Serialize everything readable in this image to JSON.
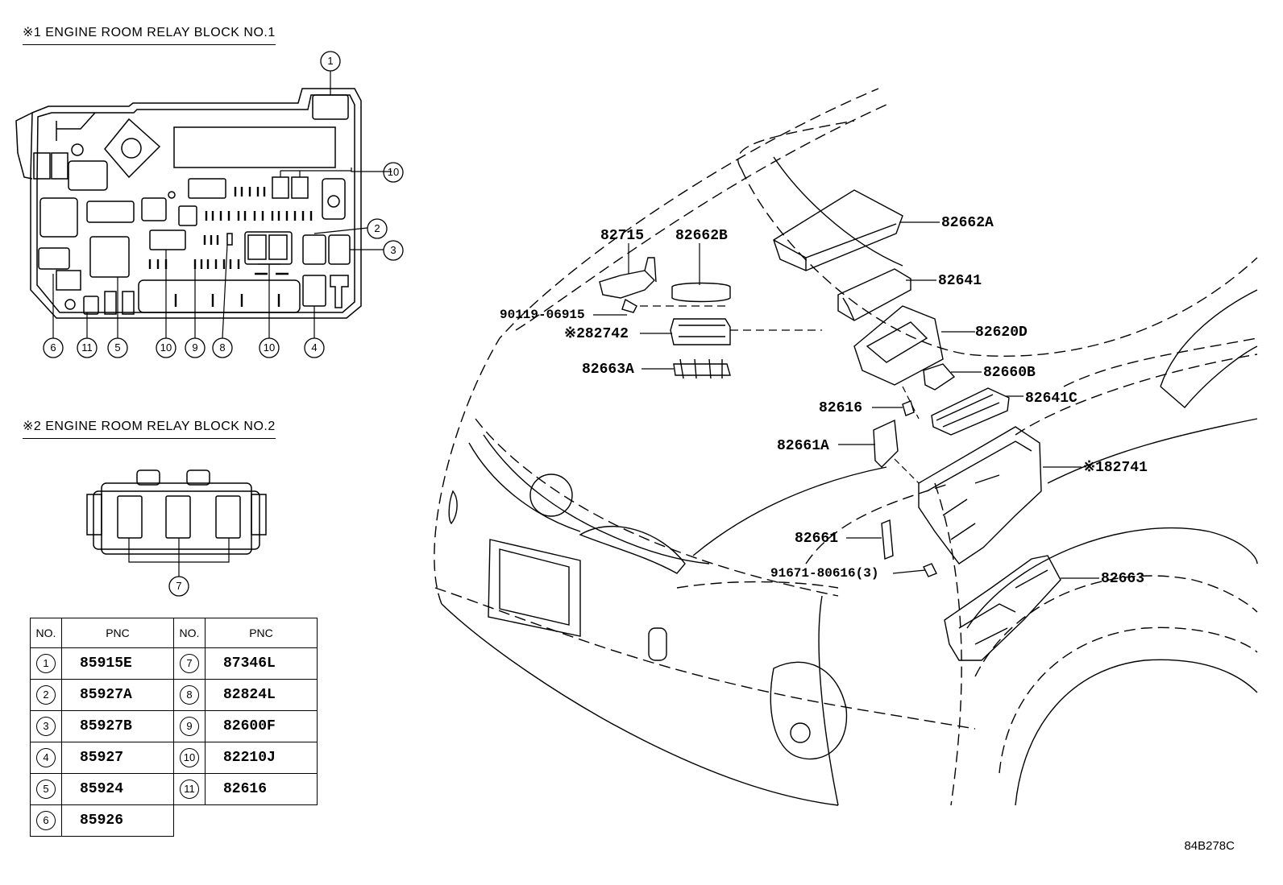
{
  "sections": {
    "block1_title": "※1 ENGINE ROOM RELAY BLOCK NO.1",
    "block2_title": "※2 ENGINE ROOM RELAY BLOCK NO.2"
  },
  "block1_callouts": [
    "1",
    "10",
    "2",
    "3",
    "6",
    "11",
    "5",
    "10",
    "9",
    "8",
    "10",
    "4"
  ],
  "block2_callouts": [
    "7"
  ],
  "table": {
    "headers": [
      "NO.",
      "PNC",
      "NO.",
      "PNC"
    ],
    "rows": [
      {
        "no1": "1",
        "pnc1": "85915E",
        "no2": "7",
        "pnc2": "87346L"
      },
      {
        "no1": "2",
        "pnc1": "85927A",
        "no2": "8",
        "pnc2": "82824L"
      },
      {
        "no1": "3",
        "pnc1": "85927B",
        "no2": "9",
        "pnc2": "82600F"
      },
      {
        "no1": "4",
        "pnc1": "85927",
        "no2": "10",
        "pnc2": "82210J"
      },
      {
        "no1": "5",
        "pnc1": "85924",
        "no2": "11",
        "pnc2": "82616"
      },
      {
        "no1": "6",
        "pnc1": "85926",
        "no2": "",
        "pnc2": ""
      }
    ]
  },
  "part_labels": {
    "p82715": "82715",
    "p82662B": "82662B",
    "p82662A": "82662A",
    "p82641": "82641",
    "p90119": "90119-06915",
    "p82742": "※282742",
    "p82620D": "82620D",
    "p82663A": "82663A",
    "p82660B": "82660B",
    "p82616": "82616",
    "p82641C": "82641C",
    "p82661A": "82661A",
    "p82741": "※182741",
    "p82661": "82661",
    "p91671": "91671-80616(3)",
    "p82663": "82663"
  },
  "diagram_id": "84B278C"
}
